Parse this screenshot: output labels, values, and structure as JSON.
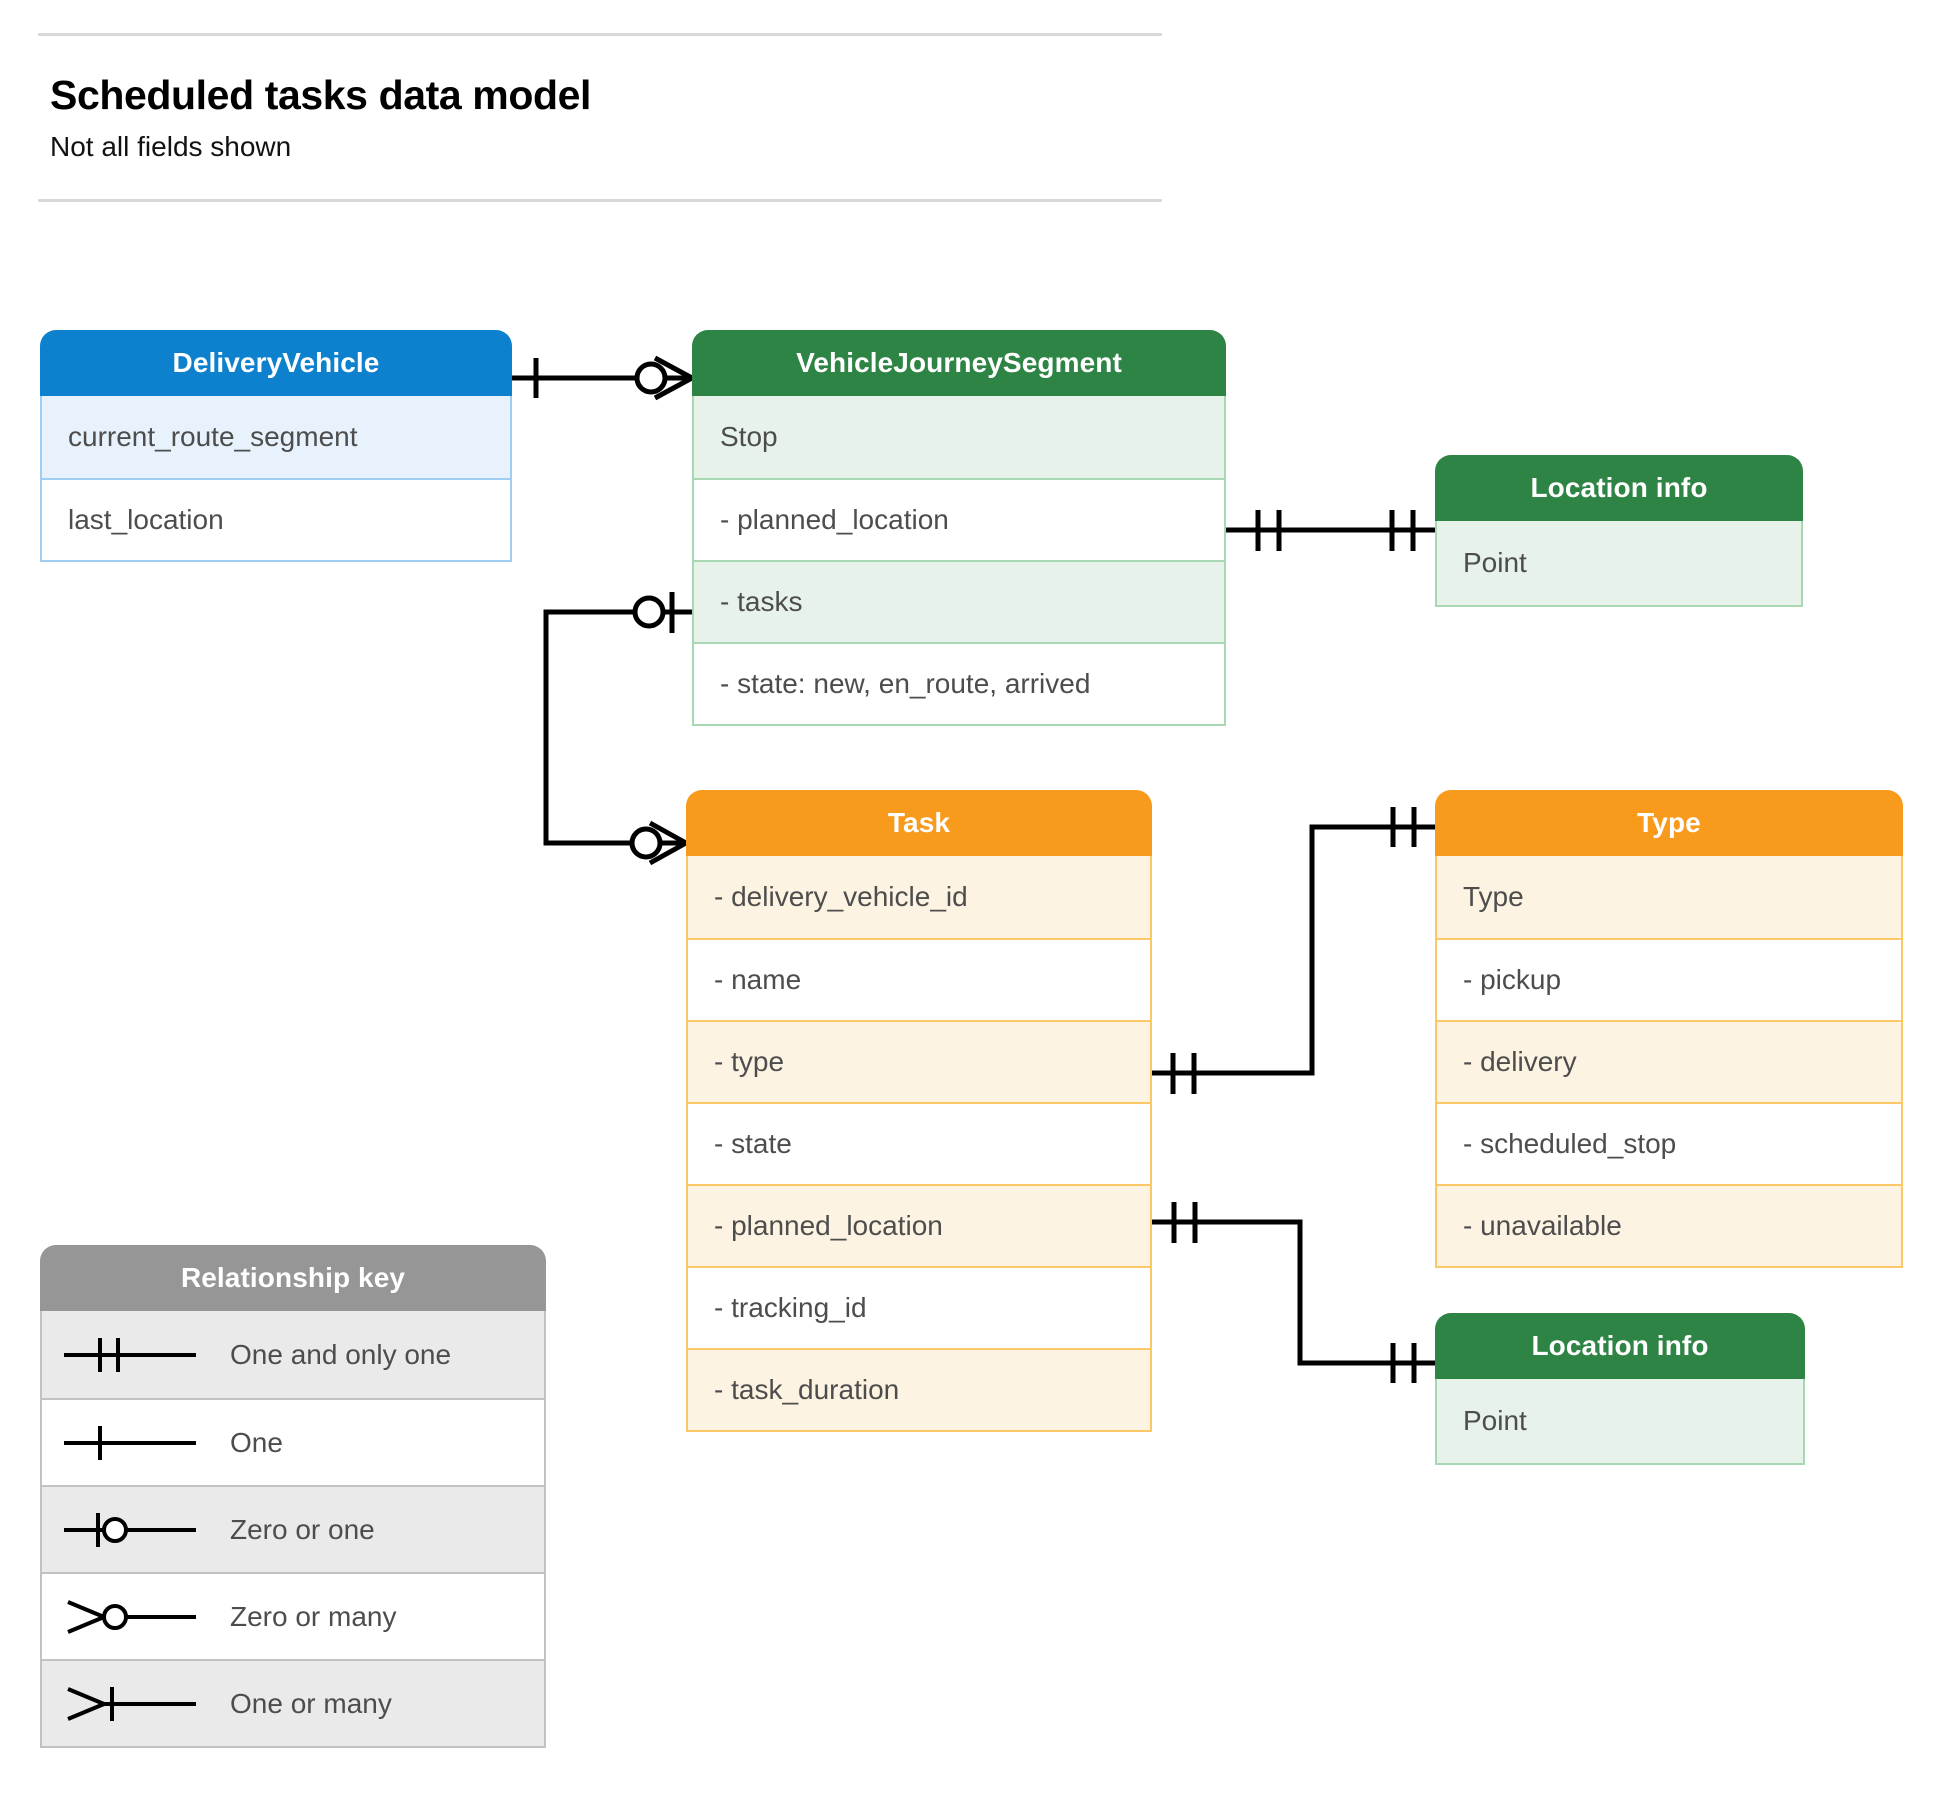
{
  "header": {
    "title": "Scheduled tasks data model",
    "subtitle": "Not all fields shown"
  },
  "colors": {
    "blue_header": "#0d81cd",
    "blue_row": "#e8f2fc",
    "blue_border": "#9fcdf2",
    "green_header": "#2e8445",
    "green_row": "#e7f3ea",
    "green_border": "#a8d7b4",
    "orange_header": "#f89a1c",
    "orange_row": "#fdf3e2",
    "orange_border": "#fbc865",
    "grey_header": "#969696",
    "grey_row": "#eaeaea",
    "grey_border": "#c2c2c2",
    "connector": "#000000",
    "text": "#4d4d4d"
  },
  "entities": {
    "delivery_vehicle": {
      "title": "DeliveryVehicle",
      "rows": [
        "current_route_segment",
        "last_location"
      ]
    },
    "vehicle_journey_segment": {
      "title": "VehicleJourneySegment",
      "rows": [
        "Stop",
        "-  planned_location",
        "- tasks",
        "- state: new, en_route, arrived"
      ]
    },
    "location_info_top": {
      "title": "Location info",
      "rows": [
        "Point"
      ]
    },
    "task": {
      "title": "Task",
      "rows": [
        "- delivery_vehicle_id",
        "- name",
        "- type",
        "- state",
        "- planned_location",
        "- tracking_id",
        "- task_duration"
      ]
    },
    "type": {
      "title": "Type",
      "rows": [
        "Type",
        "-  pickup",
        "-  delivery",
        "-  scheduled_stop",
        "-  unavailable"
      ]
    },
    "location_info_bottom": {
      "title": "Location info",
      "rows": [
        "Point"
      ]
    }
  },
  "legend": {
    "title": "Relationship key",
    "items": [
      {
        "symbol": "one-and-only-one-symbol",
        "label": "One and only one"
      },
      {
        "symbol": "one-symbol",
        "label": "One"
      },
      {
        "symbol": "zero-or-one-symbol",
        "label": "Zero or one"
      },
      {
        "symbol": "zero-or-many-symbol",
        "label": "Zero or many"
      },
      {
        "symbol": "one-or-many-symbol",
        "label": "One or many"
      }
    ]
  },
  "relationships": [
    {
      "from": "delivery_vehicle",
      "to": "vehicle_journey_segment",
      "from_cardinality": "One",
      "to_cardinality": "Zero or many"
    },
    {
      "from": "vehicle_journey_segment.planned_location",
      "to": "location_info_top",
      "from_cardinality": "One and only one",
      "to_cardinality": "One and only one"
    },
    {
      "from": "vehicle_journey_segment.tasks",
      "to": "task",
      "from_cardinality": "Zero or one",
      "to_cardinality": "Zero or many"
    },
    {
      "from": "task.type",
      "to": "type",
      "from_cardinality": "One and only one",
      "to_cardinality": "One and only one"
    },
    {
      "from": "task.planned_location",
      "to": "location_info_bottom",
      "from_cardinality": "One and only one",
      "to_cardinality": "One and only one"
    }
  ]
}
